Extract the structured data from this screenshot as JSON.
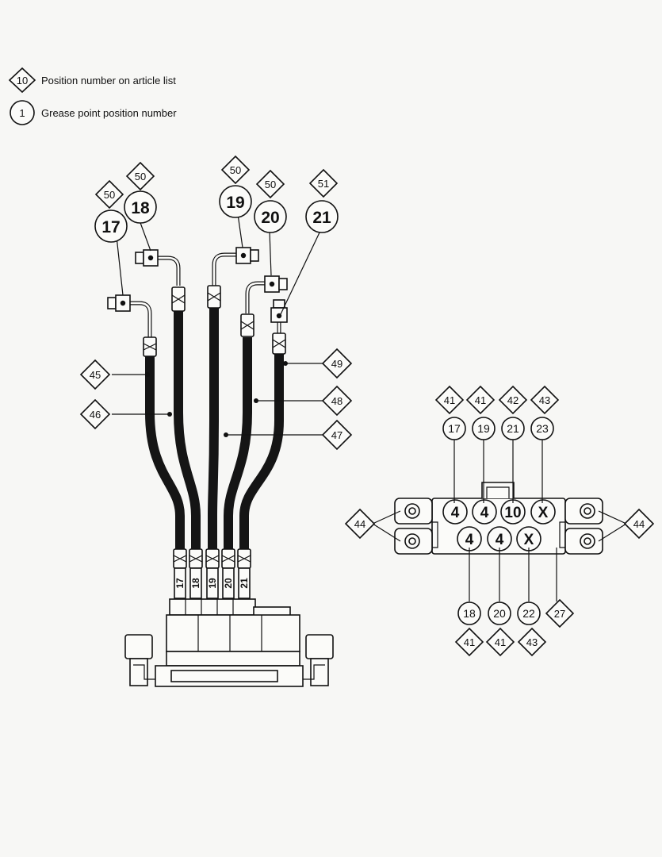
{
  "legend": {
    "diamond_symbol": "10",
    "diamond_label": "Position number on article list",
    "circle_symbol": "1",
    "circle_label": "Grease point position number"
  },
  "left_assembly": {
    "grease_points": [
      {
        "number": "17",
        "article": "50"
      },
      {
        "number": "18",
        "article": "50"
      },
      {
        "number": "19",
        "article": "50"
      },
      {
        "number": "20",
        "article": "50"
      },
      {
        "number": "21",
        "article": "51"
      }
    ],
    "hose_callouts": [
      "45",
      "46",
      "47",
      "48",
      "49"
    ],
    "hose_marks": [
      "17",
      "18",
      "19",
      "20",
      "21"
    ]
  },
  "distributor": {
    "top_callouts": [
      {
        "circle": "17",
        "diamond": "41"
      },
      {
        "circle": "19",
        "diamond": "41"
      },
      {
        "circle": "21",
        "diamond": "42"
      },
      {
        "circle": "23",
        "diamond": "43"
      }
    ],
    "top_row_ports": [
      "4",
      "4",
      "10",
      "X"
    ],
    "bottom_row_ports": [
      "4",
      "4",
      "X"
    ],
    "bottom_callouts": [
      {
        "circle": "18",
        "diamond": "41"
      },
      {
        "circle": "20",
        "diamond": "41"
      },
      {
        "circle": "22",
        "diamond": "43"
      }
    ],
    "body_callout": "27",
    "mount_callout_left": "44",
    "mount_callout_right": "44"
  }
}
